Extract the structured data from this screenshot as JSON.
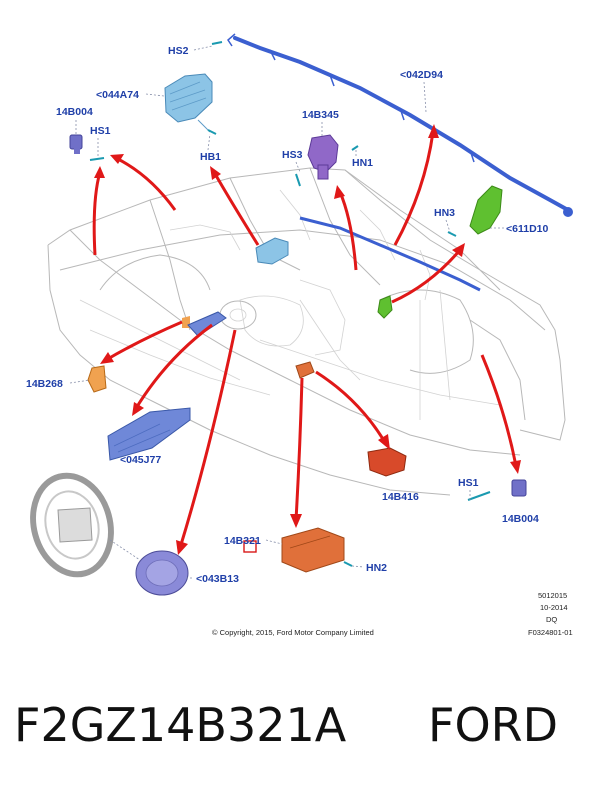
{
  "callouts": {
    "hs2_top": "HS2",
    "p044a74": "<044A74",
    "p042d94": "<042D94",
    "p14b004_top": "14B004",
    "hs1_top": "HS1",
    "hb1": "HB1",
    "p14b345": "14B345",
    "hs3": "HS3",
    "hn1": "HN1",
    "hn3": "HN3",
    "p611d10": "<611D10",
    "p14b268": "14B268",
    "p045j77": "<045J77",
    "p14b416": "14B416",
    "hs1_bottom": "HS1",
    "p14b004_bottom": "14B004",
    "p14b321": "14B321",
    "hn2": "HN2",
    "p043b13": "<043B13"
  },
  "stamp": {
    "line1": "5012015",
    "line2": "10-2014",
    "line3": "DQ",
    "line4": "F0324801-01"
  },
  "copyright": "© Copyright, 2015, Ford Motor Company Limited",
  "caption": {
    "part_number": "F2GZ14B321A",
    "brand": "FORD"
  },
  "colors": {
    "callout_text": "#1f3fa8",
    "arrow": "#e01818",
    "curtain_airbag": "#3b5fd0",
    "side_airbag": "#5fc030",
    "control_module": "#e0703a",
    "passenger_airbag": "#8cc4e6",
    "driver_airbag": "#8a8ad8",
    "seatbelt_pretensioner": "#9068c8",
    "knee_airbag": "#6f88d8"
  }
}
